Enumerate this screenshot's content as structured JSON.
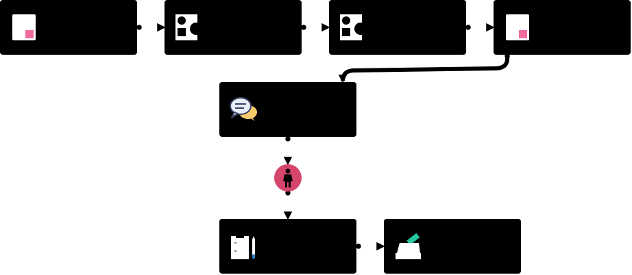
{
  "diagram": {
    "colors": {
      "node_fill": "#000000",
      "connector": "#000000",
      "accent_pink": "#f06ba0",
      "accent_teal": "#26c6a0",
      "accent_red": "#d6456b",
      "bubble_yellow": "#f7c96b",
      "bubble_blue": "#e8eef8"
    },
    "nodes": [
      {
        "id": "doc-1",
        "label": "",
        "icon": "document-pink-icon"
      },
      {
        "id": "shapes-1",
        "label": "",
        "icon": "shapes-icon"
      },
      {
        "id": "shapes-2",
        "label": "",
        "icon": "shapes-icon"
      },
      {
        "id": "doc-2",
        "label": "",
        "icon": "document-pink-icon"
      },
      {
        "id": "chat",
        "label": "",
        "icon": "chat-bubbles-icon"
      },
      {
        "id": "checklist",
        "label": "",
        "icon": "clipboard-pencil-icon"
      },
      {
        "id": "ballot",
        "label": "",
        "icon": "ballot-box-icon"
      }
    ],
    "decision": {
      "icon": "person-icon"
    }
  }
}
